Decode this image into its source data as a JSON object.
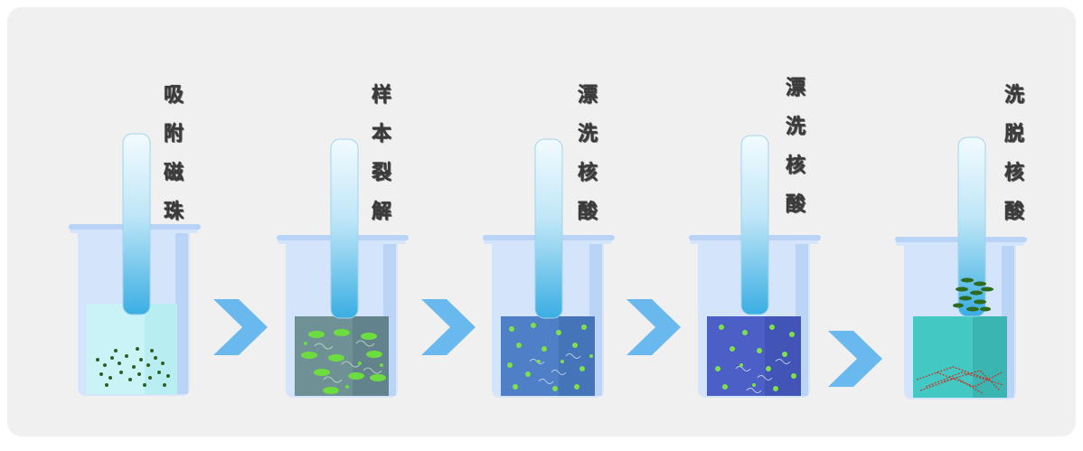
{
  "stages": [
    {
      "label": [
        "吸",
        "附",
        "磁",
        "珠"
      ],
      "liquid_color": "#c9f3f6",
      "particle_color": "#2e5d25"
    },
    {
      "label": [
        "样",
        "本",
        "裂",
        "解"
      ],
      "liquid_color": "#6f9196",
      "particle_color": "#6ddc3e"
    },
    {
      "label": [
        "漂",
        "洗",
        "核",
        "酸"
      ],
      "liquid_color": "#4f7fc6",
      "particle_color": "#7fe04a"
    },
    {
      "label": [
        "漂",
        "洗",
        "核",
        "酸"
      ],
      "liquid_color": "#4b5fc6",
      "particle_color": "#7fe04a"
    },
    {
      "label": [
        "洗",
        "脱",
        "核",
        "酸"
      ],
      "liquid_color": "#44c8c3",
      "particle_color": "#2e6b1e"
    }
  ],
  "colors": {
    "arrow": "#69b9ee",
    "beaker": "#c7ddfb",
    "rod_top": "#f2fbff",
    "rod_bottom": "#3aaee3",
    "dna": "#c0392b"
  }
}
